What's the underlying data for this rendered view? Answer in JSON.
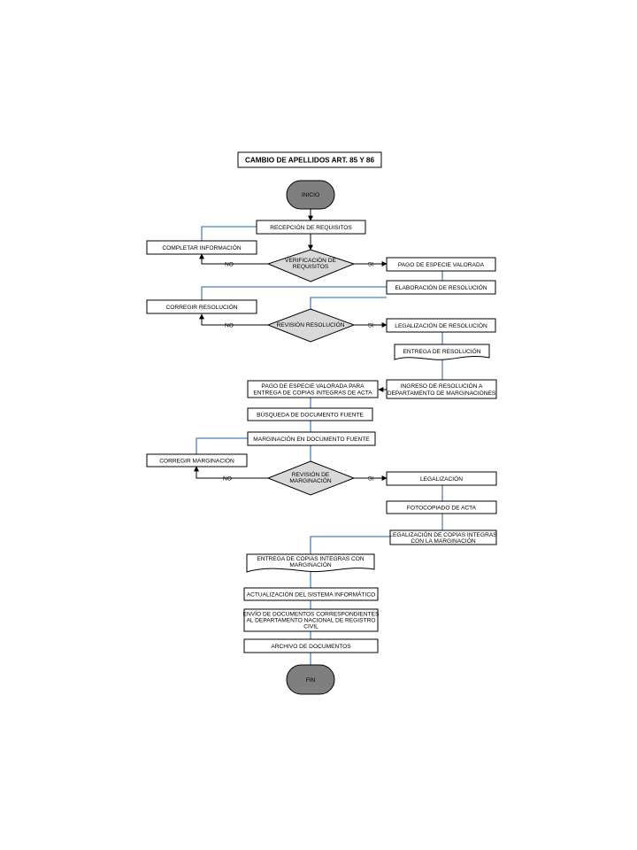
{
  "title": "CAMBIO DE APELLIDOS ART. 85 Y 86",
  "terminals": {
    "start": "INICIO",
    "end": "FIN"
  },
  "processes": {
    "recepcion": "RECEPCIÓN DE REQUISITOS",
    "completar": "COMPLETAR INFORMACIÓN",
    "pago_especie": "PAGO DE ESPECIE VALORADA",
    "elaboracion": "ELABORACIÓN DE RESOLUCIÓN",
    "corregir_resolucion": "CORREGIR RESOLUCIÓN",
    "legalizacion_resolucion": "LEGALIZACIÓN DE RESOLUCIÓN",
    "ingreso_resolucion": [
      "INGRESO DE RESOLUCIÓN A",
      "DEPARTAMENTO DE MARGINACIONES"
    ],
    "pago_copias": [
      "PAGO DE ESPECIE VALORADA PARA",
      "ENTREGA DE COPIAS INTEGRAS DE ACTA"
    ],
    "busqueda": "BÚSQUEDA DE DOCUMENTO FUENTE",
    "marginacion": "MARGINACIÓN EN DOCUMENTO FUENTE",
    "corregir_marginacion": "CORREGIR MARGINACIÓN",
    "legalizacion": "LEGALIZACIÓN",
    "fotocopiado": "FOTOCOPIADO DE ACTA",
    "legalizacion_copias": [
      "LEGALIZACIÓN DE COPIAS INTEGRAS",
      "CON LA MARGINACIÓN"
    ],
    "actualizacion": "ACTUALIZACIÓN DEL SISTEMA INFORMÁTICO",
    "envio": [
      "ENVÍO DE DOCUMENTOS CORRESPONDIENTES",
      "AL DEPARTAMENTO NACIONAL DE REGISTRO",
      "CIVIL"
    ],
    "archivo": "ARCHIVO DE DOCUMENTOS"
  },
  "documents": {
    "entrega_resolucion": "ENTREGA DE  RESOLUCIÓN",
    "entrega_copias": [
      "ENTREGA DE COPIAS INTEGRAS CON",
      "MARGINACIÓN"
    ]
  },
  "decisions": {
    "verificacion": [
      "VERIFICACIÓN DE",
      "REQUISITOS"
    ],
    "revision_resolucion": [
      "REVISIÓN RESOLUCIÓN"
    ],
    "revision_marginacion": [
      "REVISIÓN DE",
      "MARGINACIÓN"
    ]
  },
  "branch_labels": {
    "no": "NO",
    "yes": "SI"
  },
  "colors": {
    "flow_line": "#4f81bd",
    "decision_fill": "#d9d9d9",
    "terminal_fill": "#7f7f7f"
  }
}
